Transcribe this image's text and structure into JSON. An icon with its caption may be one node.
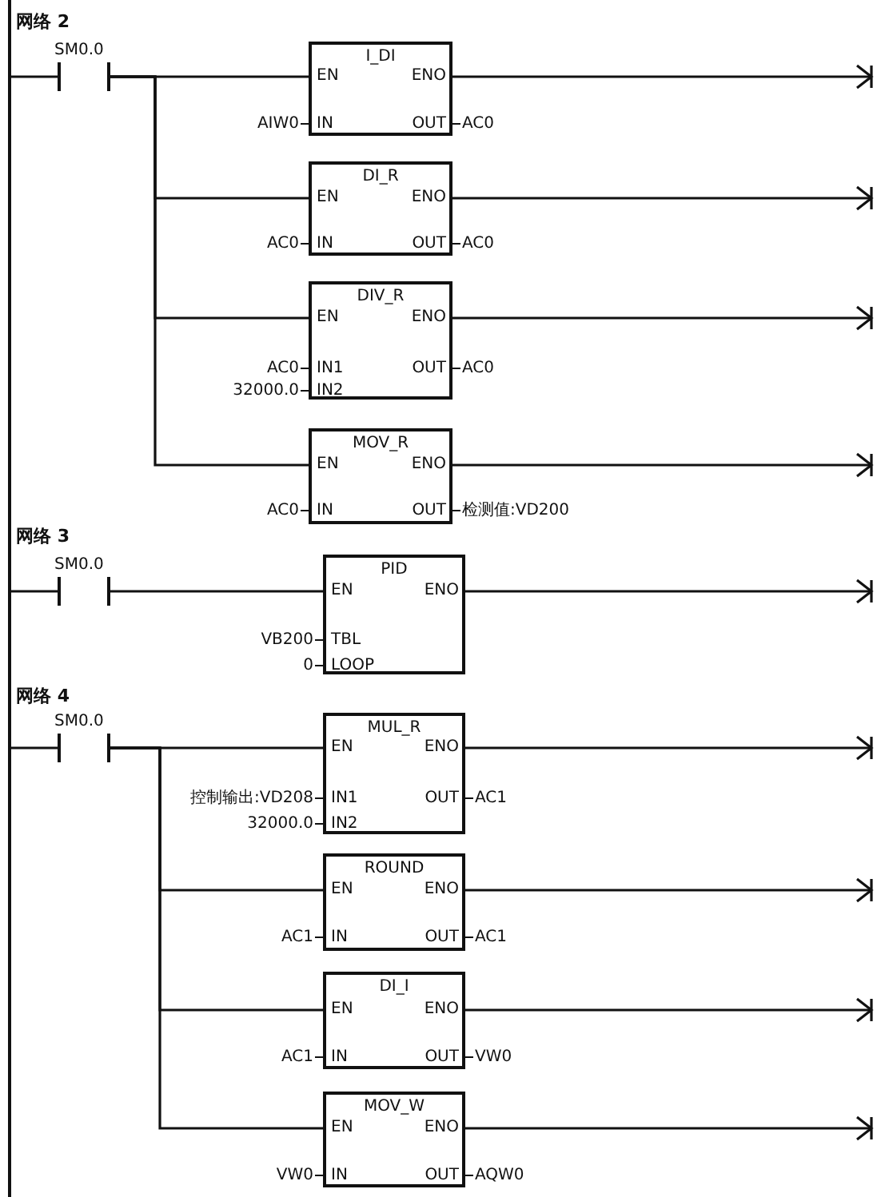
{
  "diagram": {
    "nodes": [
      {
        "text": [],
        "shape": "bar"
      },
      {
        "text": [
          "SM0.0"
        ]
      },
      {
        "text": [
          "I_DI",
          "EN",
          "ENO",
          "IN",
          "OUT"
        ],
        "beside": [
          "AIW0",
          "AC0"
        ]
      },
      {
        "text": [
          "DI_R",
          "EN",
          "ENO",
          "IN",
          "OUT"
        ],
        "beside": [
          "AC0",
          "AC0"
        ]
      },
      {
        "text": [
          "DIV_R",
          "EN",
          "ENO",
          "IN1",
          "IN2",
          "OUT"
        ],
        "beside": [
          "AC0",
          "32000.0",
          "AC0"
        ]
      },
      {
        "text": [
          "MOV_R",
          "EN",
          "ENO",
          "IN",
          "OUT"
        ],
        "beside": [
          "AC0",
          "检测值:VD200"
        ]
      },
      {
        "text": [
          "SM0.0"
        ]
      },
      {
        "text": [
          "PID",
          "EN",
          "ENO",
          "TBL",
          "LOOP"
        ],
        "beside": [
          "VB200",
          "0"
        ]
      },
      {
        "text": [
          "SM0.0"
        ]
      },
      {
        "text": [
          "MUL_R",
          "EN",
          "ENO",
          "IN1",
          "IN2",
          "OUT"
        ],
        "beside": [
          "控制输出:VD208",
          "32000.0",
          "AC1"
        ]
      },
      {
        "text": [
          "ROUND",
          "EN",
          "ENO",
          "IN",
          "OUT"
        ],
        "beside": [
          "AC1",
          "AC1"
        ]
      },
      {
        "text": [
          "DI_I",
          "EN",
          "ENO",
          "IN",
          "OUT"
        ],
        "beside": [
          "AC1",
          "VW0"
        ]
      },
      {
        "text": [
          "MOV_W",
          "EN",
          "ENO",
          "IN",
          "OUT"
        ],
        "beside": [
          "VW0",
          "AQW0"
        ]
      }
    ],
    "edges": [
      {
        "from": 0,
        "to": 1,
        "arrow": "none"
      },
      {
        "from": 1,
        "to": 2,
        "arrow": "none"
      },
      {
        "from": 1,
        "to": 3,
        "arrow": "none"
      },
      {
        "from": 1,
        "to": 4,
        "arrow": "none"
      },
      {
        "from": 1,
        "to": 5,
        "arrow": "none"
      },
      {
        "from": 2,
        "to": null,
        "arrow": "to"
      },
      {
        "from": 3,
        "to": null,
        "arrow": "to"
      },
      {
        "from": 4,
        "to": null,
        "arrow": "to"
      },
      {
        "from": 5,
        "to": null,
        "arrow": "to"
      },
      {
        "from": 0,
        "to": 6,
        "arrow": "none"
      },
      {
        "from": 6,
        "to": 7,
        "arrow": "none"
      },
      {
        "from": 7,
        "to": null,
        "arrow": "to"
      },
      {
        "from": 0,
        "to": 8,
        "arrow": "none"
      },
      {
        "from": 8,
        "to": 9,
        "arrow": "none"
      },
      {
        "from": 8,
        "to": 10,
        "arrow": "none"
      },
      {
        "from": 8,
        "to": 11,
        "arrow": "none"
      },
      {
        "from": 8,
        "to": 12,
        "arrow": "none"
      },
      {
        "from": 9,
        "to": null,
        "arrow": "to"
      },
      {
        "from": 10,
        "to": null,
        "arrow": "to"
      },
      {
        "from": 11,
        "to": null,
        "arrow": "to"
      },
      {
        "from": 12,
        "to": null,
        "arrow": "to"
      }
    ],
    "labels": [
      "网络 2",
      "网络 3",
      "网络 4"
    ]
  }
}
